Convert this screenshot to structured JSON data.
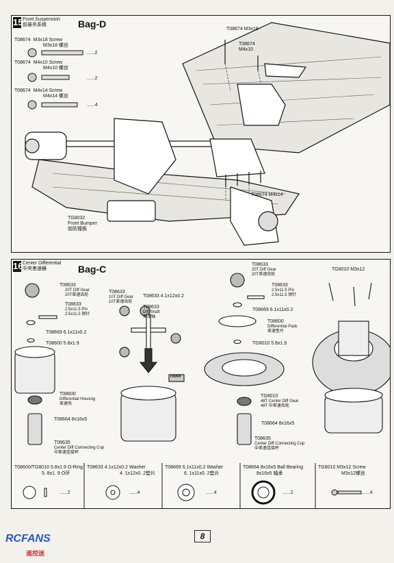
{
  "step15": {
    "num": "15",
    "title_en": "Front Suspension",
    "title_cn": "前悬吊系统",
    "bag": "Bag-D",
    "parts": [
      {
        "code": "T08674",
        "name": "M3x18 Screw",
        "cn": "M3x18 螺丝",
        "qty": "2"
      },
      {
        "code": "T08674",
        "name": "M4x10 Screw",
        "cn": "M4x10 螺丝",
        "qty": "2"
      },
      {
        "code": "T08674",
        "name": "M4x14 Screw",
        "cn": "M4x14 螺丝",
        "qty": "4"
      }
    ],
    "callouts": {
      "top_screw": "T08674 M3x18",
      "mid_screw_code": "T08674",
      "mid_screw_size": "M4x10",
      "bottom_screws": "T08674   M4x14",
      "bumper_code": "TG8032",
      "bumper_name": "Front Bumper",
      "bumper_cn": "前防撞板"
    }
  },
  "step16": {
    "num": "16",
    "title_en": "Center Differential",
    "title_cn": "中央差速器",
    "bag": "Bag-C",
    "callouts": {
      "diffgear_code": "T08633",
      "diffgear_name": "20T Diff Gear",
      "diffgear_cn": "20T差速齿轮",
      "pin_code": "T08633",
      "pin_name": "2.5x11.5 Pin",
      "pin_cn": "2.5x11.5 铜针",
      "washer": "T08669 6.1x11x0.2",
      "oring": "T08600 5.8x1.9",
      "housing_code": "T08600",
      "housing_name": "Differential Housing",
      "housing_cn": "差速壳",
      "bearing": "T08664  8x16x5",
      "cup_code": "T08635",
      "cup_name": "Center Diff Connecting Cup",
      "cup_cn": "中差速连接杯",
      "gear10_code": "T08633",
      "gear10_name": "10T Diff Gear",
      "gear10_cn": "10T差速齿轮",
      "washer2": "T08633 4.1x12x0.2",
      "shaft_code": "T08633",
      "shaft_name": "Diff Shaft",
      "shaft_cn": "差速轴",
      "oil": "7000#",
      "r_diffgear_code": "T08633",
      "r_diffgear_name": "20T Diff Gear",
      "r_diffgear_cn": "20T差速齿轮",
      "r_pin_code": "T08633",
      "r_pin_name": "2.5x11.5 Pin",
      "r_pin_cn": "2.5x11.5 铜针",
      "r_washer": "T08669 6.1x11x0.2",
      "pads_code": "T08600",
      "pads_name": "Differential Pads",
      "pads_cn": "差速垫片",
      "r_oring": "TG8010 5.8x1.9",
      "spur_code": "TG8010",
      "spur_name": "48T Center Diff Gear",
      "spur_cn": "48T 中差速齿轮",
      "r_bearing": "T08664  8x16x5",
      "r_cup_code": "T08635",
      "r_cup_name": "Center Diff Connecting Cup",
      "r_cup_cn": "中差速连接杯",
      "screw": "TG8010  M3x12"
    }
  },
  "parts_strip": [
    {
      "code": "T08600/TG8010",
      "name": "5.8x1.9 O-Ring",
      "cn": "5. 8x1. 9  O环",
      "qty": "2"
    },
    {
      "code": "T08633",
      "name": "4.1x12x0.2 Washer",
      "cn": "4. 1x12x0. 2垫片",
      "qty": "4"
    },
    {
      "code": "T08669",
      "name": "6.1x11x0.2 Washer",
      "cn": "6. 1x11x0. 2垫片",
      "qty": "4"
    },
    {
      "code": "T08664",
      "name": "8x16x5 Ball Bearing",
      "cn": "8x16x5  轴承",
      "qty": "2"
    },
    {
      "code": "TG8010",
      "name": "M3x12 Screw",
      "cn": "M3x12螺丝",
      "qty": "4"
    }
  ],
  "footer": {
    "page": "8",
    "logo": "RCFANS",
    "logo_sub": "遥控迷"
  }
}
